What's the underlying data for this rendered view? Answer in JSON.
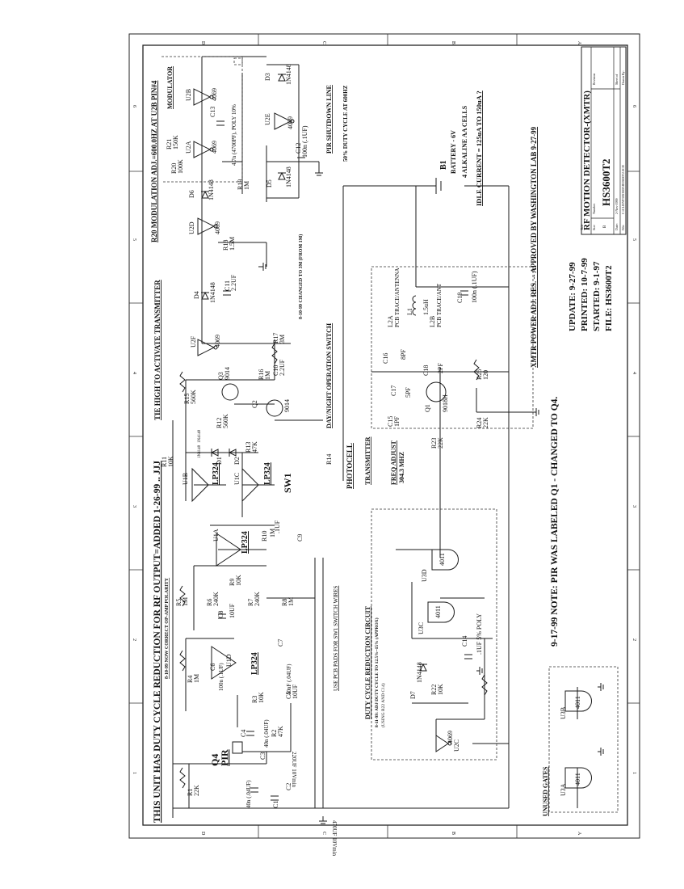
{
  "frame": {
    "zone_letters": [
      "D",
      "C",
      "B",
      "A"
    ],
    "zone_numbers": [
      "1",
      "2",
      "3",
      "4",
      "5",
      "6"
    ]
  },
  "title_block": {
    "title_label": "Title",
    "title": "RF MOTION DETECTOR-(XMTR)",
    "size_label": "Size",
    "size_value": "B",
    "number_label": "Number",
    "number_value": "HS3600T2",
    "revision_label": "Revision",
    "date_label": "Date:",
    "date_value": "2-Nov-1999",
    "sheet_label": "Sheet of",
    "file_label": "File:",
    "file_value": "C:\\CLIENT\\HS3600\\HS3600T2.SCH",
    "drawn_label": "Drawn By:"
  },
  "notes": {
    "duty_cycle_title": "THIS UNIT HAS DUTY CYCLE REDUCTION FOR RF OUTPUT=ADDED 1-26-99 .. JJJ",
    "opamp_note": "8-10-99 NOW CORRECT OP-AMP POLARITY",
    "pcb_pads": "USE PCB PADS FOR SW1 SWITCH WIRES",
    "tie_high": "TIE HIGH TO ACTIVATE TRANSMITTER",
    "r20_mod": "R20 MODULATION ADJ.=600.0HZ AT U2B PIN#4",
    "modulator": "MODULATOR",
    "pir_shutdown": "PIR SHUTDOWN LINE",
    "duty_50": "50% DUTY CYCLE AT 600HZ",
    "r18_change": "8-10-99 CHANGED TO 3M (FROM 1M)",
    "day_night": "DAY/NIGHT OPERATION SWITCH",
    "photocell": "PHOTOCELL",
    "transmitter": "TRANSMITTER",
    "freq_adj": "FREQ ADJUST",
    "freq_val": "304.3 MHZ",
    "duty_reduction": "DUTY CYCLE REDUCTION CIRCUIT",
    "duty_reduction_note": "8-11-99: ADJ DUTY CYCLE TO 12.5%~15% (APPROX)",
    "duty_reduction_note2": "(USING R22 AND C14)",
    "unused_gates": "UNUSED GATES",
    "battery": "BATTERY - 6V",
    "cells": "4 ALKALINE AA CELLS",
    "idle": "IDLE CURRENT = 125uA TO 150uA ?",
    "xmtr_power": "XMTR POWER ADJ. RES. -- APPROVED BY WASHINGTON LAB 9-27-99",
    "pir_note": "9-17-99 NOTE: PIR WAS LABELED Q1 - CHANGED TO Q4.",
    "update": "UPDATE: 9-27-99",
    "printed": "PRINTED: 10-7-99",
    "started": "STARTED: 9-1-97",
    "file": "FILE: HS3600T2"
  },
  "components": {
    "c1_val": "470UF 10Vmin",
    "c1": "C1",
    "c2_val": "220UF 10Vmin",
    "c2": "C2",
    "r1": "R1",
    "r1_val": "22K",
    "c3": "C3",
    "c3_val": "40n (.04UF)",
    "q4": "Q4",
    "pir": "PIR",
    "c4": "C4",
    "c4_val": "40n (.04UF)",
    "r2": "R2",
    "r2_val": "47K",
    "r3": "R3",
    "r3_val": "10K",
    "c5": "C5",
    "c5_val": "10UF",
    "r4": "R4",
    "r4_val": "1M",
    "c6": "C6",
    "c6_val": "100n (.1UF)",
    "u1d": "U1D",
    "lp324": "LP324",
    "c7": "C7",
    "c7_val": "40nF (.04UF)",
    "c8": "C8",
    "c8_val": "10UF",
    "r5": "R5",
    "r5_val": "1M",
    "r6": "R6",
    "r6_val": "240K",
    "r7": "R7",
    "r7_val": "240K",
    "r8": "R8",
    "r8_val": "1M",
    "r9": "R9",
    "r9_val": "10K",
    "u1a": "U1A",
    "r10": "R10",
    "r10_val": "1M",
    "c9": "C9",
    "c9_val": ".1UF",
    "u1b": "U1B",
    "u1c": "U1C",
    "d1": "D1",
    "d2": "D2",
    "d1_val": "1N4148",
    "d2_val": "1N4148",
    "r11": "R11",
    "r11_val": "10K",
    "r12": "R12",
    "r12_val": "560K",
    "r13": "R13",
    "r13_val": "47K",
    "sw1": "SW1",
    "r14": "R14",
    "q2": "Q2",
    "q2_val": "9014",
    "r15": "R15",
    "r15_val": "560K",
    "q3": "Q3",
    "q3_val": "9014",
    "r16": "R16",
    "r16_val": "1M",
    "c10": "C10",
    "c10_val": "2.2UF",
    "r17": "R17",
    "r17_val": "3M",
    "u2f": "U2F",
    "u2f_val": "4069",
    "d4": "D4",
    "d4_val": "1N4148",
    "c11": "C11",
    "c11_val": "2.2UF",
    "r18": "R18",
    "r18_val": "1.5M",
    "u2d": "U2D",
    "u2d_val": "4069",
    "d6": "D6",
    "d6_val": "1N4148",
    "r20": "R20",
    "r20_val": "100K",
    "r21": "R21",
    "r21_val": "150K",
    "u2a": "U2A",
    "u2a_val": "4069",
    "c13": "C13",
    "c13_val": "4.7n (4700PF), POLY 10%",
    "u2b": "U2B",
    "u2b_val": "4069",
    "r19": "R19",
    "r19_val": "1M",
    "d5": "D5",
    "d5_val": "1N4148",
    "c12": "C12",
    "c12_val": "100n (.1UF)",
    "u2e": "U2E",
    "u2e_val": "4069",
    "d3": "D3",
    "d3_val": "1N4148",
    "b1": "B1",
    "c15": "C15",
    "c15_val": "1PF",
    "c16": "C16",
    "c16_val": "8PF",
    "c17": "C17",
    "c17_val": "5PF",
    "c18": "C18",
    "c18_val": "2PF",
    "q1": "Q1",
    "q1_val": "9018H",
    "l2a": "L2A",
    "l2a_val": "PCB TRACE/ANTENNA",
    "l2b": "L2B",
    "l2b_val": "PCB TRACE/ANT",
    "l1": "L1",
    "l1_val": "1.5uH",
    "c19": "C19",
    "c19_val": "100n (.1UF)",
    "r23": "R23",
    "r23_val": "22K",
    "r24": "R24",
    "r24_val": "22K",
    "r25": "R25",
    "r25_val": "120",
    "u3d": "U3D",
    "u3d_val": "4011",
    "u3c": "U3C",
    "u3c_val": "4011",
    "c14": "C14",
    "c14_val": ".1UF 5% POLY",
    "d7": "D7",
    "d7_val": "1N4148",
    "r22": "R22",
    "r22_val": "10K",
    "u2c": "U2C",
    "u2c_val": "4069",
    "u3a": "U3A",
    "u3a_val": "4011",
    "u3b": "U3B",
    "u3b_val": "4011"
  }
}
